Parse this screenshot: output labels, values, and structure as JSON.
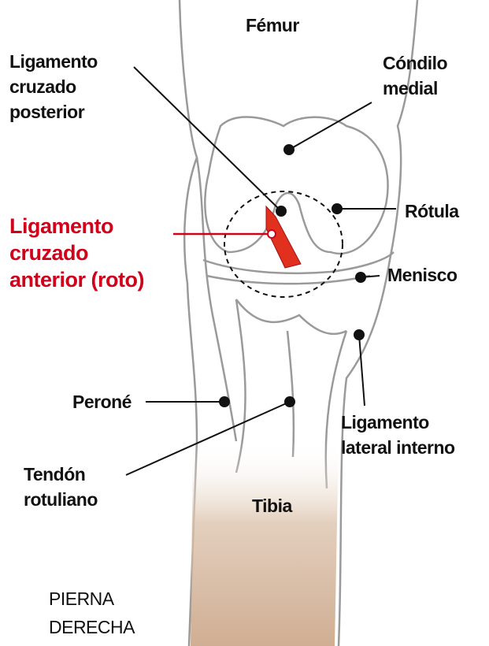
{
  "title_side": [
    "PIERNA",
    "DERECHA"
  ],
  "labels": {
    "femur": "Fémur",
    "ligamento_posterior": [
      "Ligamento",
      "cruzado",
      "posterior"
    ],
    "condilo": [
      "Cóndilo",
      "medial"
    ],
    "rotula": "Rótula",
    "menisco": "Menisco",
    "ligamento_anterior": [
      "Ligamento",
      "cruzado",
      "anterior (roto)"
    ],
    "perone": "Peroné",
    "ligamento_lateral": [
      "Ligamento",
      "lateral interno"
    ],
    "tendon": [
      "Tendón",
      "rotuliano"
    ],
    "tibia": "Tibia"
  },
  "colors": {
    "highlight": "#d0021b",
    "text": "#111111",
    "outline": "#8a8a8a",
    "muscle": "#c9a689"
  }
}
